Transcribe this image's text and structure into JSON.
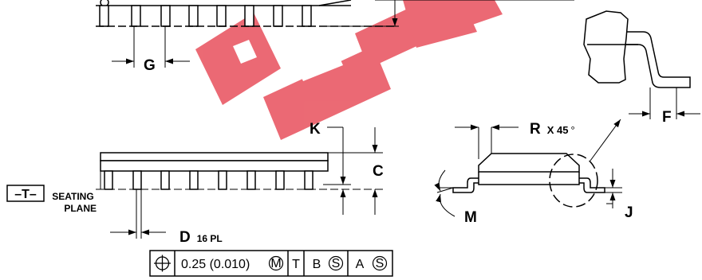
{
  "watermark": {
    "color": "#e8505c"
  },
  "labels": {
    "g": "G",
    "k": "K",
    "c": "C",
    "d": "D",
    "d_suffix": "16 PL",
    "r": "R",
    "r_suffix": "X 45",
    "r_degree": "°",
    "f": "F",
    "j": "J",
    "m": "M",
    "datum_t": "–T–",
    "seating_line1": "SEATING",
    "seating_line2": "PLANE"
  },
  "feature_control_frame": {
    "symbol": "position-icon",
    "tolerance": "0.25 (0.010)",
    "tol_modifier": "M",
    "datum1": "T",
    "datum2": "B",
    "datum2_modifier": "S",
    "datum3": "A",
    "datum3_modifier": "S"
  }
}
